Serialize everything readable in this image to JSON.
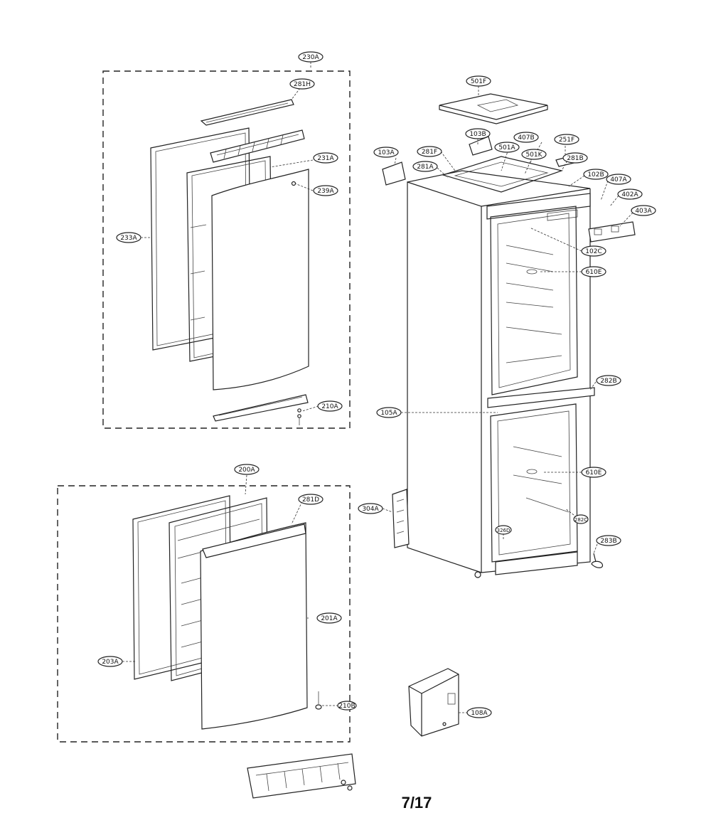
{
  "page": {
    "page_number": "7/17"
  },
  "callouts": {
    "c230A": "230A",
    "c281H": "281H",
    "c231A": "231A",
    "c239A": "239A",
    "c233A": "233A",
    "c210A": "210A",
    "c200A": "200A",
    "c281D": "281D",
    "c201A": "201A",
    "c203A": "203A",
    "c210B": "210B",
    "c501F": "501F",
    "c103B": "103B",
    "c407B": "407B",
    "c251F": "251F",
    "c103A": "103A",
    "c281F": "281F",
    "c501A": "501A",
    "c501K": "501K",
    "c281B": "281B",
    "c281A": "281A",
    "c102B": "102B",
    "c407A": "407A",
    "c402A": "402A",
    "c403A": "403A",
    "c102C": "102C",
    "c610E_top": "610E",
    "c282B": "282B",
    "c105A": "105A",
    "c610E_bot": "610E",
    "c304A": "304A",
    "c326D": "326D",
    "c282C": "282C",
    "c283B": "283B",
    "c108A": "108A"
  }
}
